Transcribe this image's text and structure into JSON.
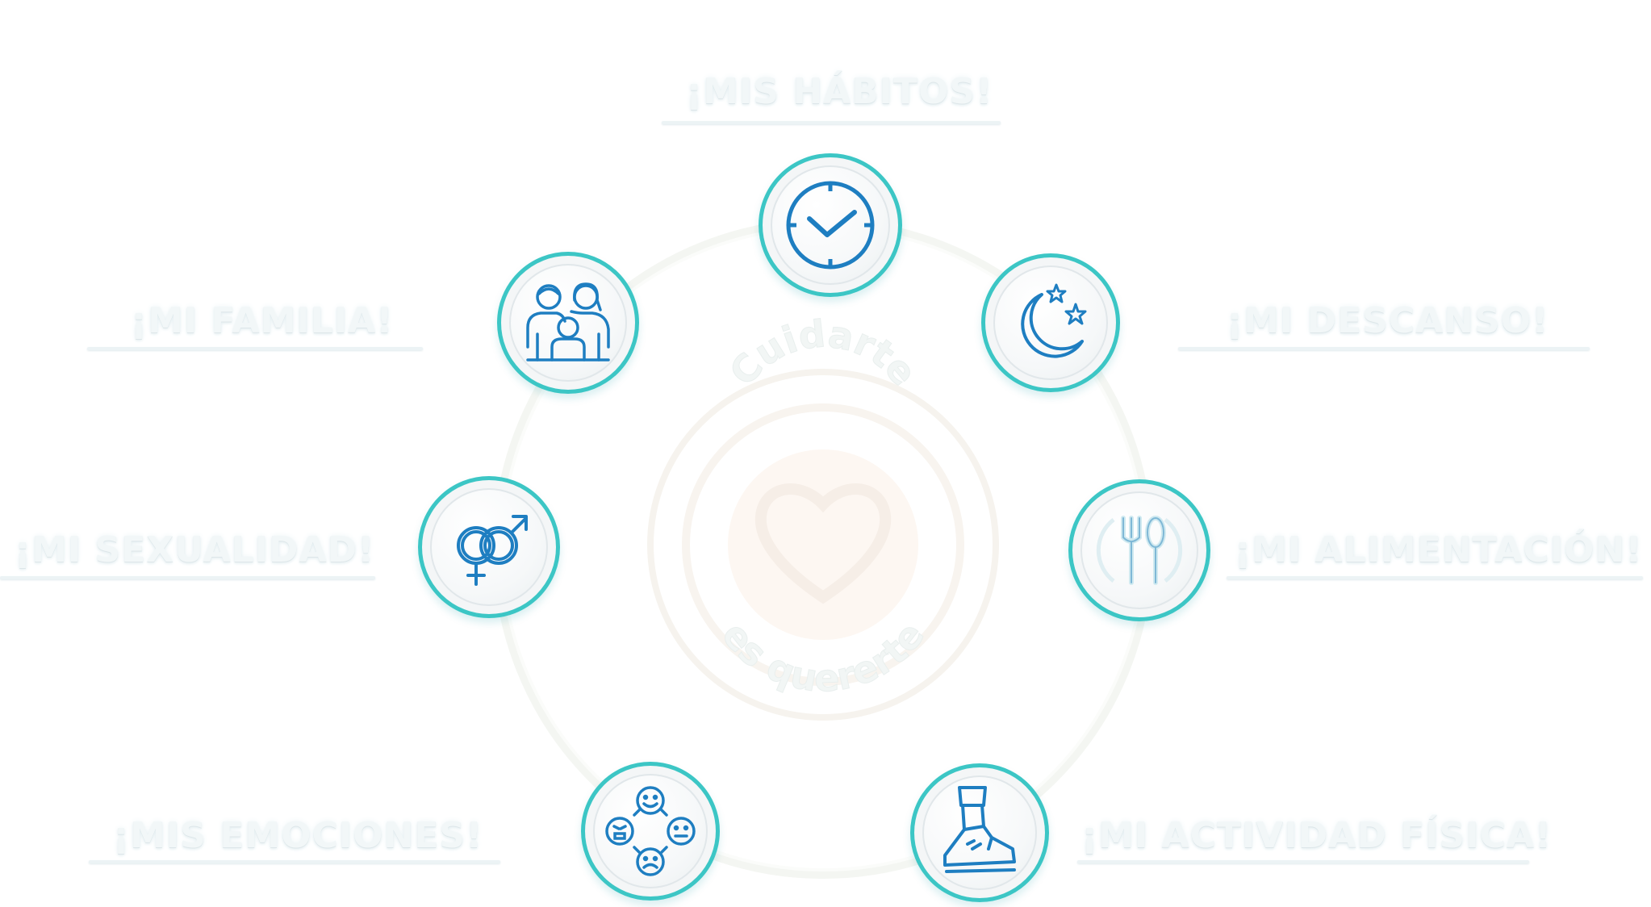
{
  "logo": {
    "line1": "Cuidarte",
    "line2": "es quererte"
  },
  "colors": {
    "accent_teal": "#3cc6c5",
    "icon_blue": "#1e7ec1",
    "label_white": "#f2f7f8",
    "ring_faint": "#f1f4f1"
  },
  "nodes": [
    {
      "id": "habitos",
      "label": "¡MIS HÁBITOS!",
      "icon": "clock-icon"
    },
    {
      "id": "descanso",
      "label": "¡MI DESCANSO!",
      "icon": "moon-stars-icon"
    },
    {
      "id": "alimentacion",
      "label": "¡MI ALIMENTACIÓN!",
      "icon": "fork-spoon-icon"
    },
    {
      "id": "actividad",
      "label": "¡MI ACTIVIDAD FÍSICA!",
      "icon": "shoe-icon"
    },
    {
      "id": "emociones",
      "label": "¡MIS EMOCIONES!",
      "icon": "emotions-faces-icon"
    },
    {
      "id": "sexualidad",
      "label": "¡MI SEXUALIDAD!",
      "icon": "gender-symbols-icon"
    },
    {
      "id": "familia",
      "label": "¡MI FAMILIA!",
      "icon": "family-icon"
    }
  ]
}
